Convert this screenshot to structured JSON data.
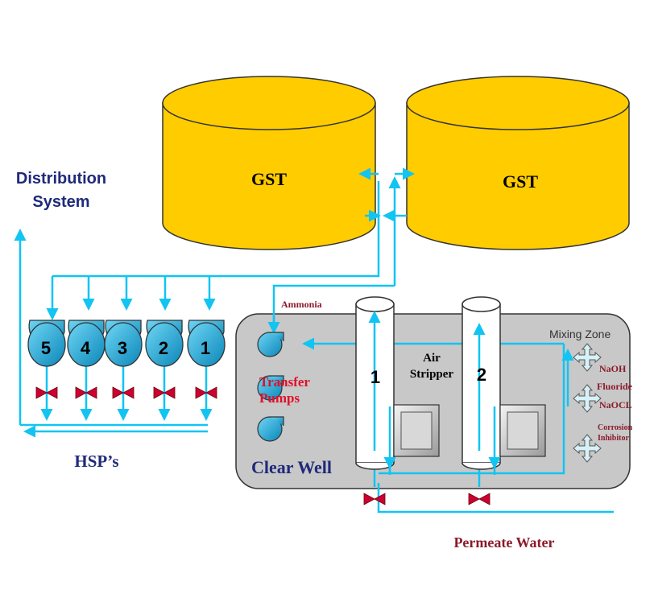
{
  "tanks": [
    {
      "label": "GST"
    },
    {
      "label": "GST"
    }
  ],
  "labels": {
    "distribution_line1": "Distribution",
    "distribution_line2": "System",
    "hsp": "HSP’s",
    "ammonia": "Ammonia",
    "mixing_zone": "Mixing Zone",
    "air_line1": "Air",
    "air_line2": "Stripper",
    "transfer_line1": "Transfer",
    "transfer_line2": "Pumps",
    "clear_well": "Clear Well",
    "permeate": "Permeate Water"
  },
  "pumps": [
    {
      "label": "5"
    },
    {
      "label": "4"
    },
    {
      "label": "3"
    },
    {
      "label": "2"
    },
    {
      "label": "1"
    }
  ],
  "strippers": [
    {
      "label": "1"
    },
    {
      "label": "2"
    }
  ],
  "chemicals": [
    {
      "line1": "NaOH",
      "line2": ""
    },
    {
      "line1": "Fluoride",
      "line2": ""
    },
    {
      "line1": "NaOCL",
      "line2": ""
    },
    {
      "line1": "Corrosion",
      "line2": "Inhibitor"
    }
  ],
  "colors": {
    "tank_fill": "#FFCC00",
    "pipe": "#11C4F2",
    "pump": "#11A8D8",
    "valve": "#CC0033",
    "navy": "#1F2A7A",
    "maroon": "#8B1A2A",
    "red_text": "#E0102A",
    "well_fill": "#C8C8C8"
  }
}
